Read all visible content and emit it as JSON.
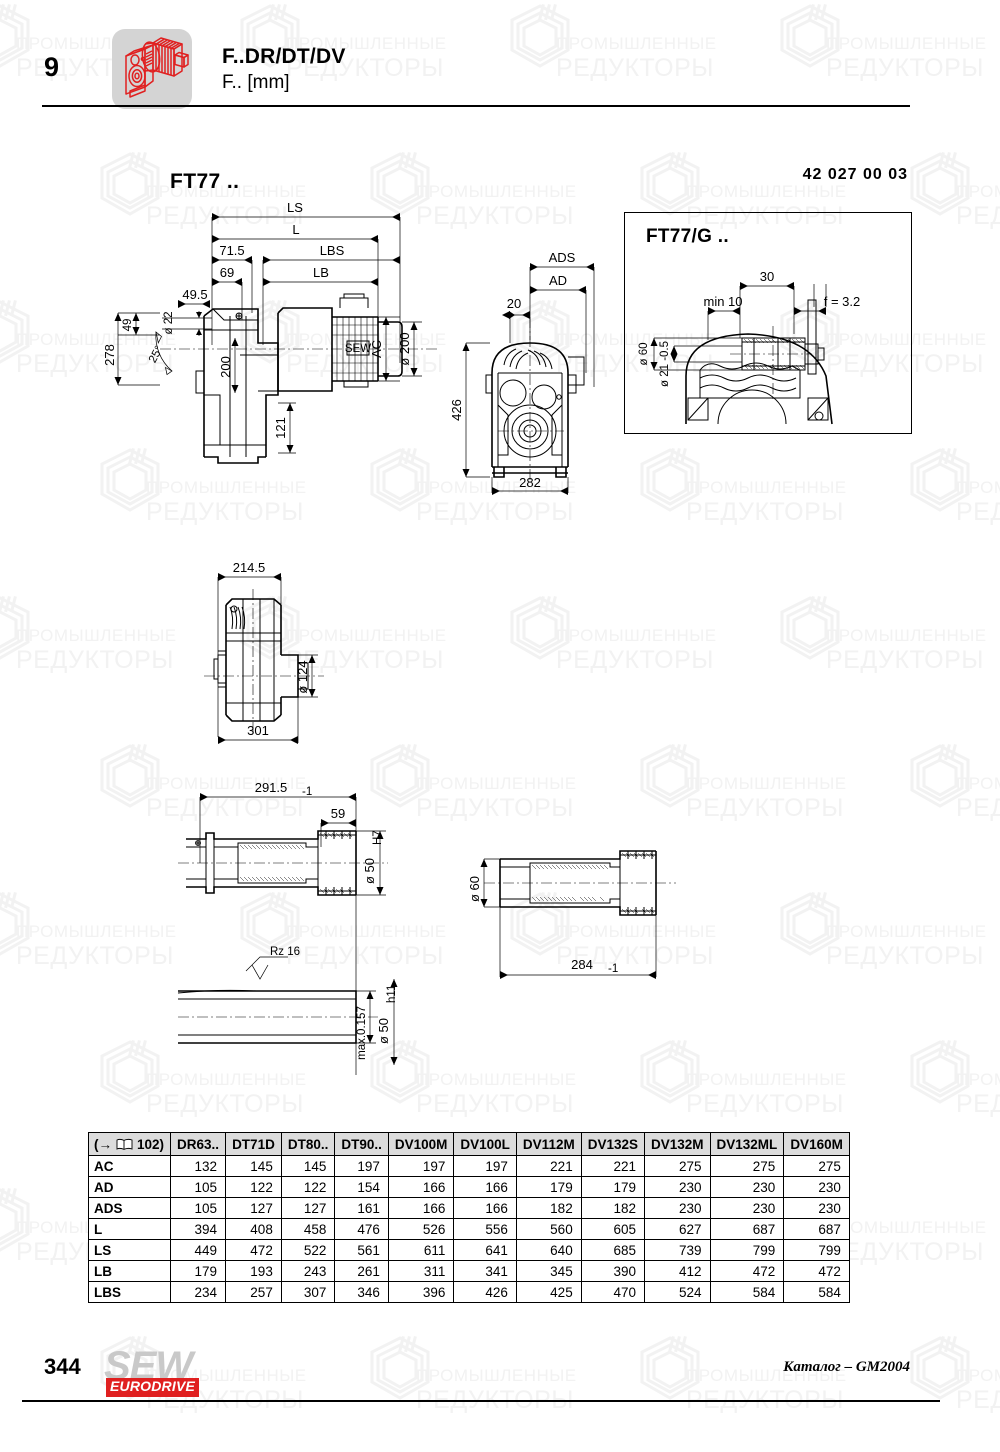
{
  "header": {
    "chapter_number": "9",
    "title": "F..DR/DT/DV",
    "subtitle": "F.. [mm]",
    "icon_name": "gearmotor-icon",
    "icon_color": "#e02020",
    "icon_bg": "#d4d4d4"
  },
  "model_title": "FT77 ..",
  "drawing_code": "42 027 00 03",
  "inset": {
    "title": "FT77/G ..",
    "dims": {
      "d30": "30",
      "min10": "min 10",
      "f": "f = 3.2",
      "d60": "ø 60",
      "d21": "ø 21 -0.5"
    }
  },
  "views": {
    "side": {
      "dims": {
        "LS": "LS",
        "L": "L",
        "LBS": "LBS",
        "LB": "LB",
        "d71_5": "71.5",
        "d69": "69",
        "d49_5": "49.5",
        "d49": "49",
        "d22": "ø 22",
        "angle25": "25°",
        "d278": "278",
        "d200a": "200",
        "d121": "121",
        "AC": "AC",
        "d200b": "ø 200"
      }
    },
    "front": {
      "dims": {
        "ADS": "ADS",
        "AD": "AD",
        "d20": "20",
        "d426": "426",
        "d282": "282"
      }
    },
    "top": {
      "dims": {
        "d214_5": "214.5",
        "d301": "301",
        "d124": "ø 124"
      }
    },
    "shaft_left": {
      "dims": {
        "d291_5": "291.5",
        "d291_5_tol": "-1",
        "d59": "59",
        "d50H7": "ø 50",
        "d50H7_tol": "H7",
        "d50h11": "ø 50",
        "d50h11_tol": "h11",
        "rz": "Rz 16",
        "max": "max.0.157"
      }
    },
    "shaft_right": {
      "dims": {
        "d60": "ø 60",
        "d284": "284",
        "d284_tol": "-1"
      }
    }
  },
  "table": {
    "corner_label_prefix": "(→",
    "corner_icon": "book-icon",
    "corner_label_suffix": "102)",
    "columns": [
      "DR63..",
      "DT71D",
      "DT80..",
      "DT90..",
      "DV100M",
      "DV100L",
      "DV112M",
      "DV132S",
      "DV132M",
      "DV132ML",
      "DV160M"
    ],
    "rows": [
      {
        "label": "AC",
        "values": [
          "132",
          "145",
          "145",
          "197",
          "197",
          "197",
          "221",
          "221",
          "275",
          "275",
          "275"
        ]
      },
      {
        "label": "AD",
        "values": [
          "105",
          "122",
          "122",
          "154",
          "166",
          "166",
          "179",
          "179",
          "230",
          "230",
          "230"
        ]
      },
      {
        "label": "ADS",
        "values": [
          "105",
          "127",
          "127",
          "161",
          "166",
          "166",
          "182",
          "182",
          "230",
          "230",
          "230"
        ]
      },
      {
        "label": "L",
        "values": [
          "394",
          "408",
          "458",
          "476",
          "526",
          "556",
          "560",
          "605",
          "627",
          "687",
          "687"
        ]
      },
      {
        "label": "LS",
        "values": [
          "449",
          "472",
          "522",
          "561",
          "611",
          "641",
          "640",
          "685",
          "739",
          "799",
          "799"
        ]
      },
      {
        "label": "LB",
        "values": [
          "179",
          "193",
          "243",
          "261",
          "311",
          "341",
          "345",
          "390",
          "412",
          "472",
          "472"
        ]
      },
      {
        "label": "LBS",
        "values": [
          "234",
          "257",
          "307",
          "346",
          "396",
          "426",
          "425",
          "470",
          "524",
          "584",
          "584"
        ]
      }
    ]
  },
  "footer": {
    "page_number": "344",
    "logo_main": "SEW",
    "logo_sub": "EURODRIVE",
    "catalog": "Каталог – GM2004",
    "logo_accent": "#e02020"
  },
  "watermark": {
    "line1": "ПРОМЫШЛЕННЫЕ",
    "line2": "РЕДУКТОРЫ",
    "color": "#f2f2f2"
  }
}
